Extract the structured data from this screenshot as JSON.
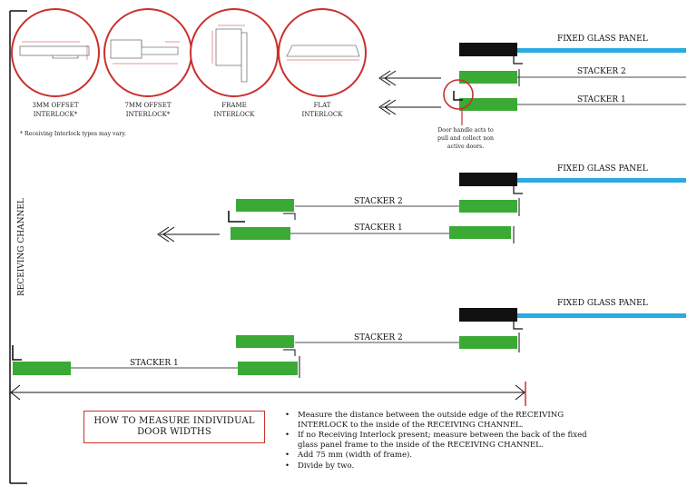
{
  "interlocks": [
    {
      "label_line1": "3MM OFFSET",
      "label_line2": "INTERLOCK*"
    },
    {
      "label_line1": "7MM OFFSET",
      "label_line2": "INTERLOCK*"
    },
    {
      "label_line1": "FRAME",
      "label_line2": "INTERLOCK"
    },
    {
      "label_line1": "FLAT",
      "label_line2": "INTERLOCK"
    }
  ],
  "interlock_footnote": "* Receiving Interlock types may vary.",
  "side_label": "RECEIVING CHANNEL",
  "panels": {
    "fixed_glass": "FIXED GLASS PANEL",
    "stacker2": "STACKER 2",
    "stacker1": "STACKER 1"
  },
  "handle_note": {
    "line1": "Door handle acts to",
    "line2": "pull and collect non",
    "line3": "active doors."
  },
  "howto": {
    "line1": "HOW TO MEASURE INDIVIDUAL",
    "line2": "DOOR WIDTHS"
  },
  "steps": [
    "Measure the distance between the outside edge of the RECEIVING INTERLOCK to the inside of the RECEIVING CHANNEL.",
    "If no Receiving Interlock present; measure between the back of the fixed glass panel frame to the inside of the RECEIVING CHANNEL.",
    "Add 75 mm (width of frame).",
    "Divide by two."
  ],
  "colors": {
    "green": "#3aaa35",
    "blue": "#29abe2",
    "red": "#c9302c",
    "black": "#111111"
  }
}
